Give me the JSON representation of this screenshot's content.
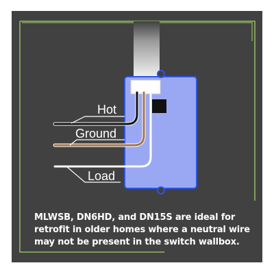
{
  "labels": {
    "hot": "Hot",
    "ground": "Ground",
    "load": "Load"
  },
  "caption": "MLWSB, DN6HD, and DN15S are ideal for retrofit in older homes where a neutral wire may not be present in the switch wallbox.",
  "colors": {
    "background_panel": "#414141",
    "frame_outline": "#a5d36a",
    "switch_body": "#9aa8f4",
    "switch_outline": "#2f55e0",
    "hot_wire": "#111111",
    "ground_wire": "#a7744a",
    "load_wire": "#ffffff"
  }
}
